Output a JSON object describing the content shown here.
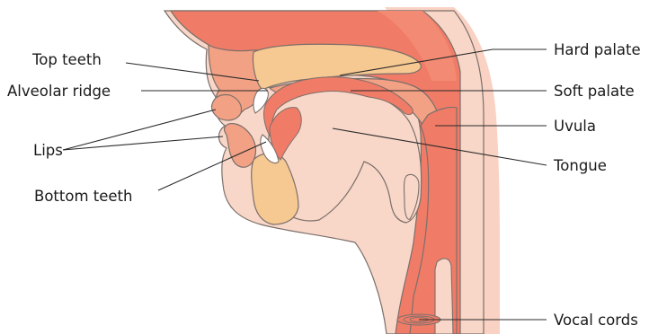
{
  "diagram": {
    "labels": {
      "top_teeth": "Top teeth",
      "alveolar_ridge": "Alveolar ridge",
      "lips": "Lips",
      "bottom_teeth": "Bottom teeth",
      "hard_palate": "Hard palate",
      "soft_palate": "Soft palate",
      "uvula": "Uvula",
      "tongue": "Tongue",
      "vocal_cords": "Vocal cords"
    },
    "colors": {
      "skin": "#f8d7c8",
      "outer_skin": "#f9cfc0",
      "cavity": "#f07c68",
      "tissue": "#f2a184",
      "bone": "#f7c992",
      "outline": "#7c6f6a",
      "teeth": "#ffffff"
    }
  }
}
